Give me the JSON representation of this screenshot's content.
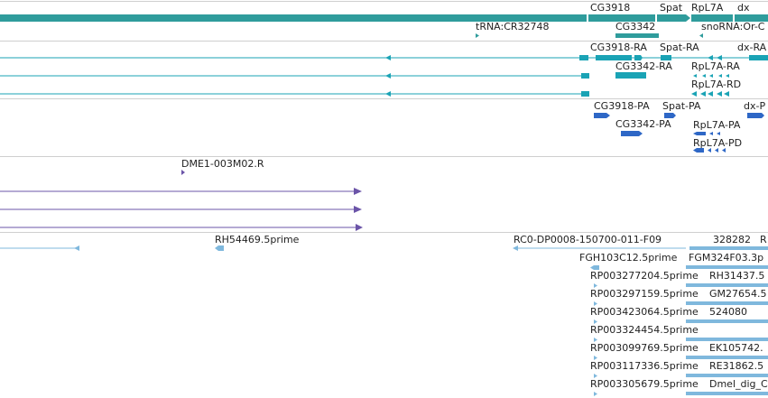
{
  "colors": {
    "gene": "#2f9c9c",
    "mrna": "#1aa3b5",
    "protein": "#2e67c6",
    "clone": "#6b54a8",
    "est": "#7fb8dd",
    "separator": "#cfcfcf"
  },
  "genes": {
    "labels": [
      "CG3918",
      "Spat",
      "RpL7A",
      "dx",
      "CG3342",
      "tRNA:CR32748",
      "snoRNA:Or-C"
    ]
  },
  "mrnas": {
    "labels": [
      "CG3918-RA",
      "Spat-RA",
      "dx-RA",
      "CG3342-RA",
      "RpL7A-RA",
      "RpL7A-RD"
    ]
  },
  "proteins": {
    "labels": [
      "CG3918-PA",
      "Spat-PA",
      "dx-P",
      "CG3342-PA",
      "RpL7A-PA",
      "RpL7A-PD"
    ]
  },
  "clones": {
    "labels": [
      "DME1-003M02.R"
    ]
  },
  "ests": {
    "labels": [
      "RH54469.5prime",
      "RC0-DP0008-150700-011-F09",
      "328282",
      "R",
      "FGH103C12.5prime",
      "FGM324F03.3p",
      "RP003277204.5prime",
      "RH31437.5",
      "RP003297159.5prime",
      "GM27654.5",
      "RP003423064.5prime",
      "524080",
      "RP003324454.5prime",
      "RP003099769.5prime",
      "EK105742.",
      "RP003117336.5prime",
      "RE31862.5",
      "RP003305679.5prime",
      "Dmel_dig_C"
    ]
  }
}
